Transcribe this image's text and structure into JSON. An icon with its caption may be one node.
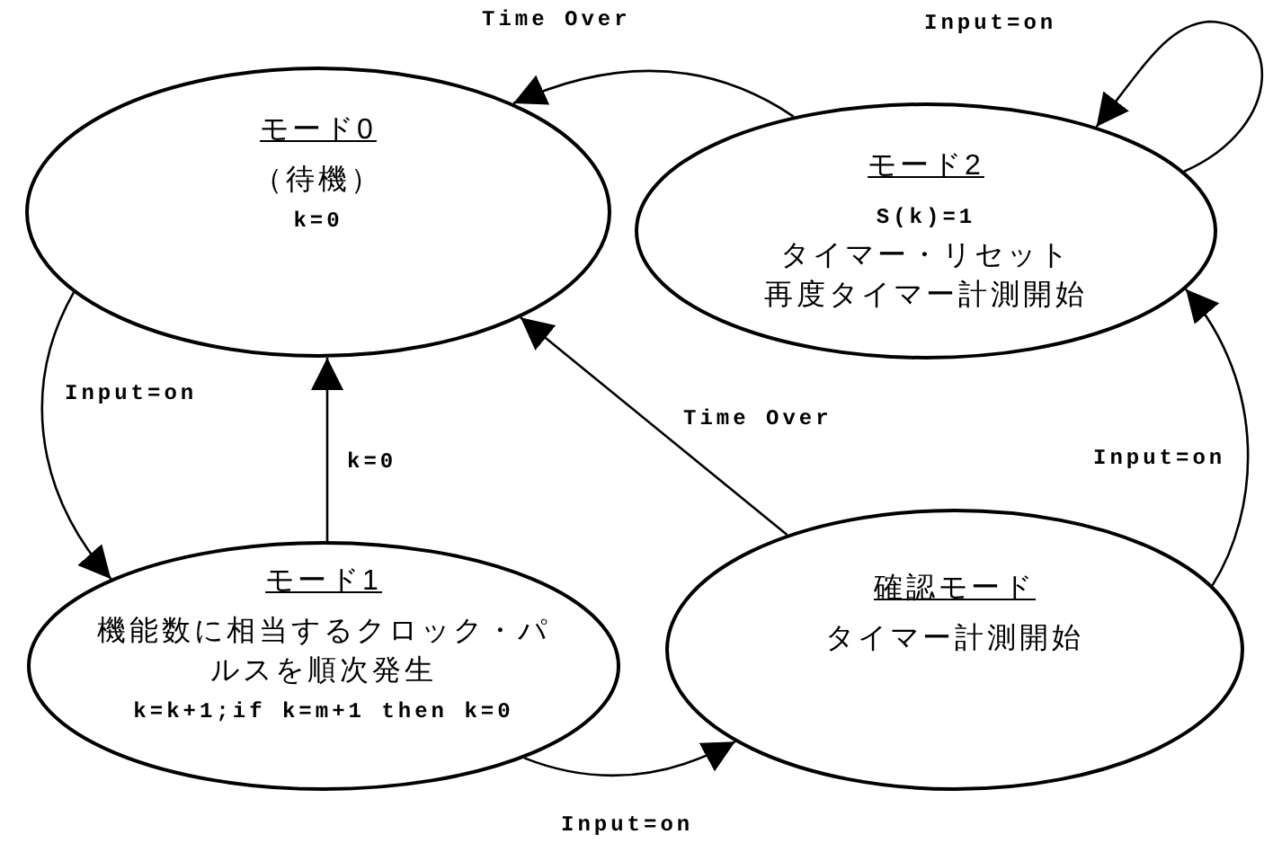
{
  "diagram": {
    "nodes": [
      {
        "text": [
          "モード0",
          "（待機）",
          "k=0"
        ]
      },
      {
        "text": [
          "モード2",
          "S(k)=1",
          "タイマー・リセット",
          "再度タイマー計測開始"
        ]
      },
      {
        "text": [
          "モード1",
          "機能数に相当するクロック・パルスを順次発生",
          "k=k+1;if k=m+1 then k=0"
        ]
      },
      {
        "text": [
          "確認モード",
          "タイマー計測開始"
        ]
      }
    ],
    "edges": [
      {
        "from": 1,
        "to": 0,
        "arrow": "to",
        "label": "Time Over"
      },
      {
        "from": 1,
        "to": 1,
        "arrow": "to",
        "label": "Input=on"
      },
      {
        "from": 0,
        "to": 2,
        "arrow": "to",
        "label": "Input=on"
      },
      {
        "from": 2,
        "to": 0,
        "arrow": "to",
        "label": "k=0"
      },
      {
        "from": 3,
        "to": 0,
        "arrow": "to",
        "label": "Time Over"
      },
      {
        "from": 2,
        "to": 3,
        "arrow": "to",
        "label": "Input=on"
      },
      {
        "from": 3,
        "to": 1,
        "arrow": "to",
        "label": "Input=on"
      }
    ]
  }
}
